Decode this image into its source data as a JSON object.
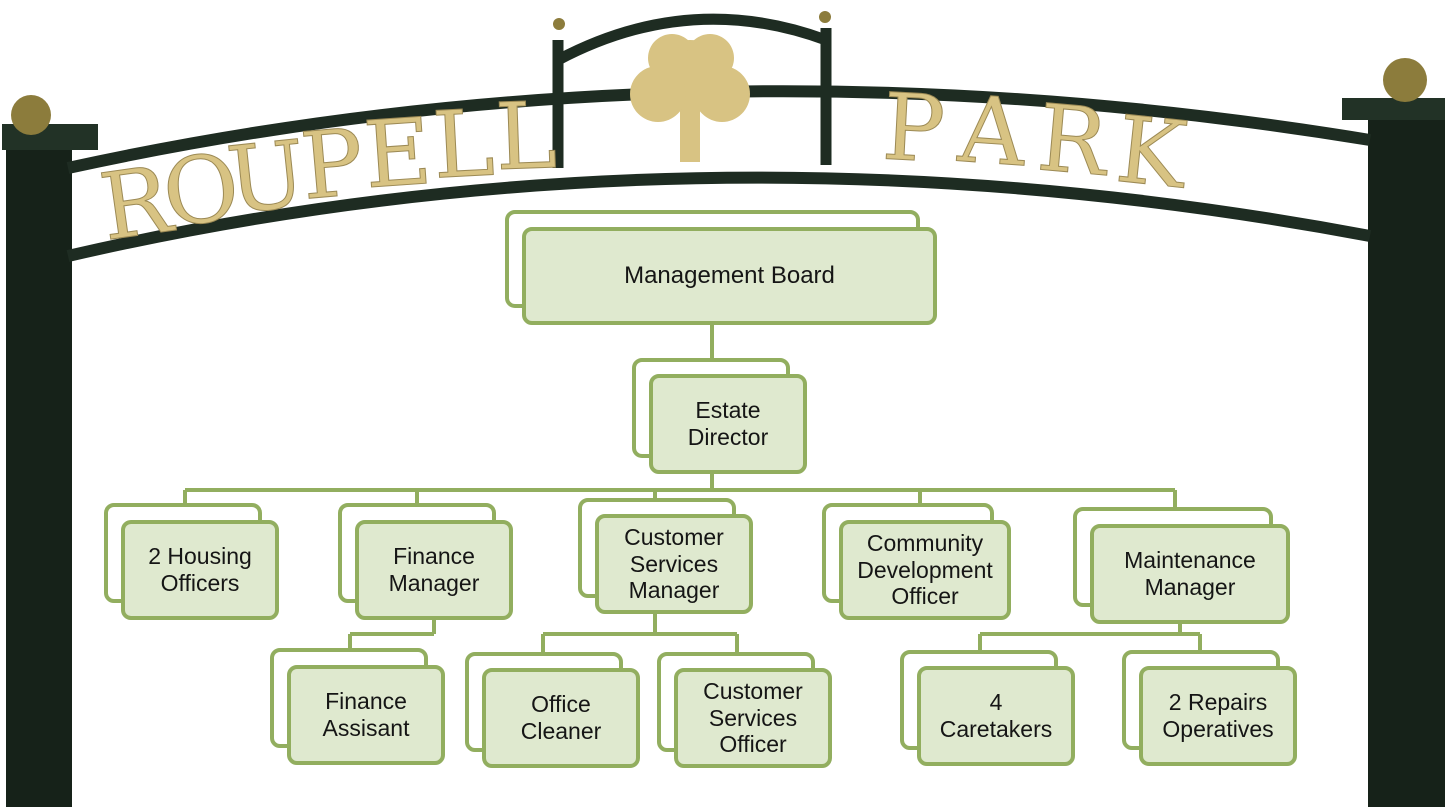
{
  "sign": {
    "left_word": [
      "R",
      "O",
      "U",
      "P",
      "E",
      "L",
      "L"
    ],
    "right_word": [
      "P",
      "A",
      "R",
      "K"
    ]
  },
  "org": {
    "board": "Management Board",
    "director": "Estate\nDirector",
    "housing": "2 Housing\nOfficers",
    "finance_mgr": "Finance\nManager",
    "cs_mgr": "Customer\nServices\nManager",
    "community": "Community\nDevelopment\nOfficer",
    "maint_mgr": "Maintenance\nManager",
    "finance_asst": "Finance\nAssisant",
    "cleaner": "Office\nCleaner",
    "cs_officer": "Customer\nServices\nOfficer",
    "caretakers": "4\nCaretakers",
    "repairs": "2 Repairs\nOperatives"
  },
  "colors": {
    "box_fill": "#dfe9cf",
    "box_border": "#92ae5f",
    "gate_metal": "#1e2c22",
    "letters": "#d8c383"
  }
}
